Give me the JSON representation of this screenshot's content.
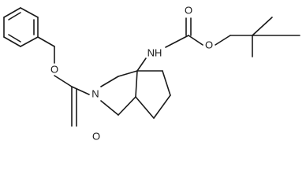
{
  "molecule": {
    "atoms": {
      "o_ester": "O",
      "o_carbonyl_cbz": "O",
      "n_ring": "N",
      "nh": "NH",
      "o_carbonyl_boc": "O",
      "o_ether_boc": "O"
    }
  }
}
